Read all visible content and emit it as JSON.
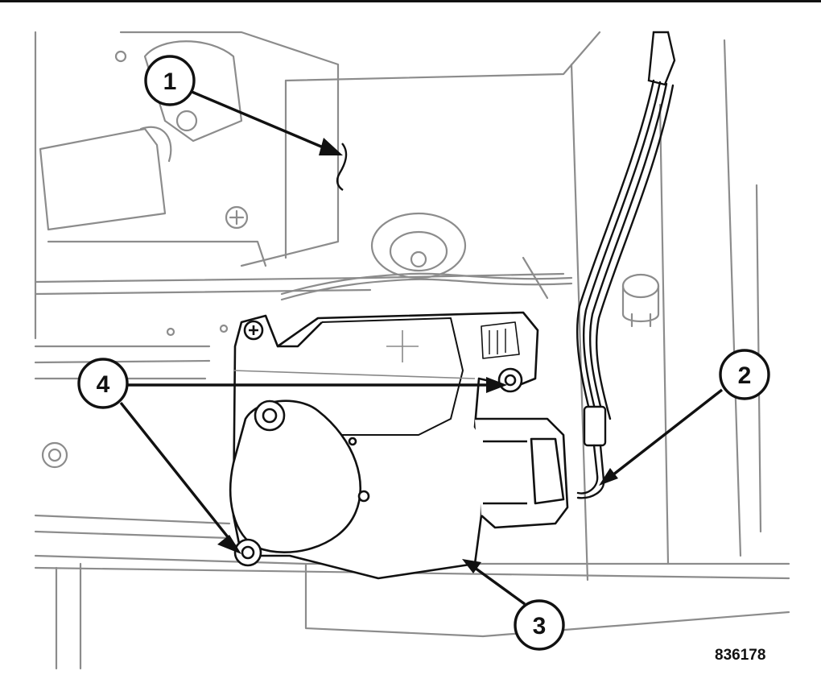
{
  "callouts": {
    "c1": "1",
    "c2": "2",
    "c3": "3",
    "c4": "4"
  },
  "figure_id": "836178",
  "colors": {
    "line": "#111111",
    "detail": "#9a9a9a",
    "background": "#ffffff"
  }
}
